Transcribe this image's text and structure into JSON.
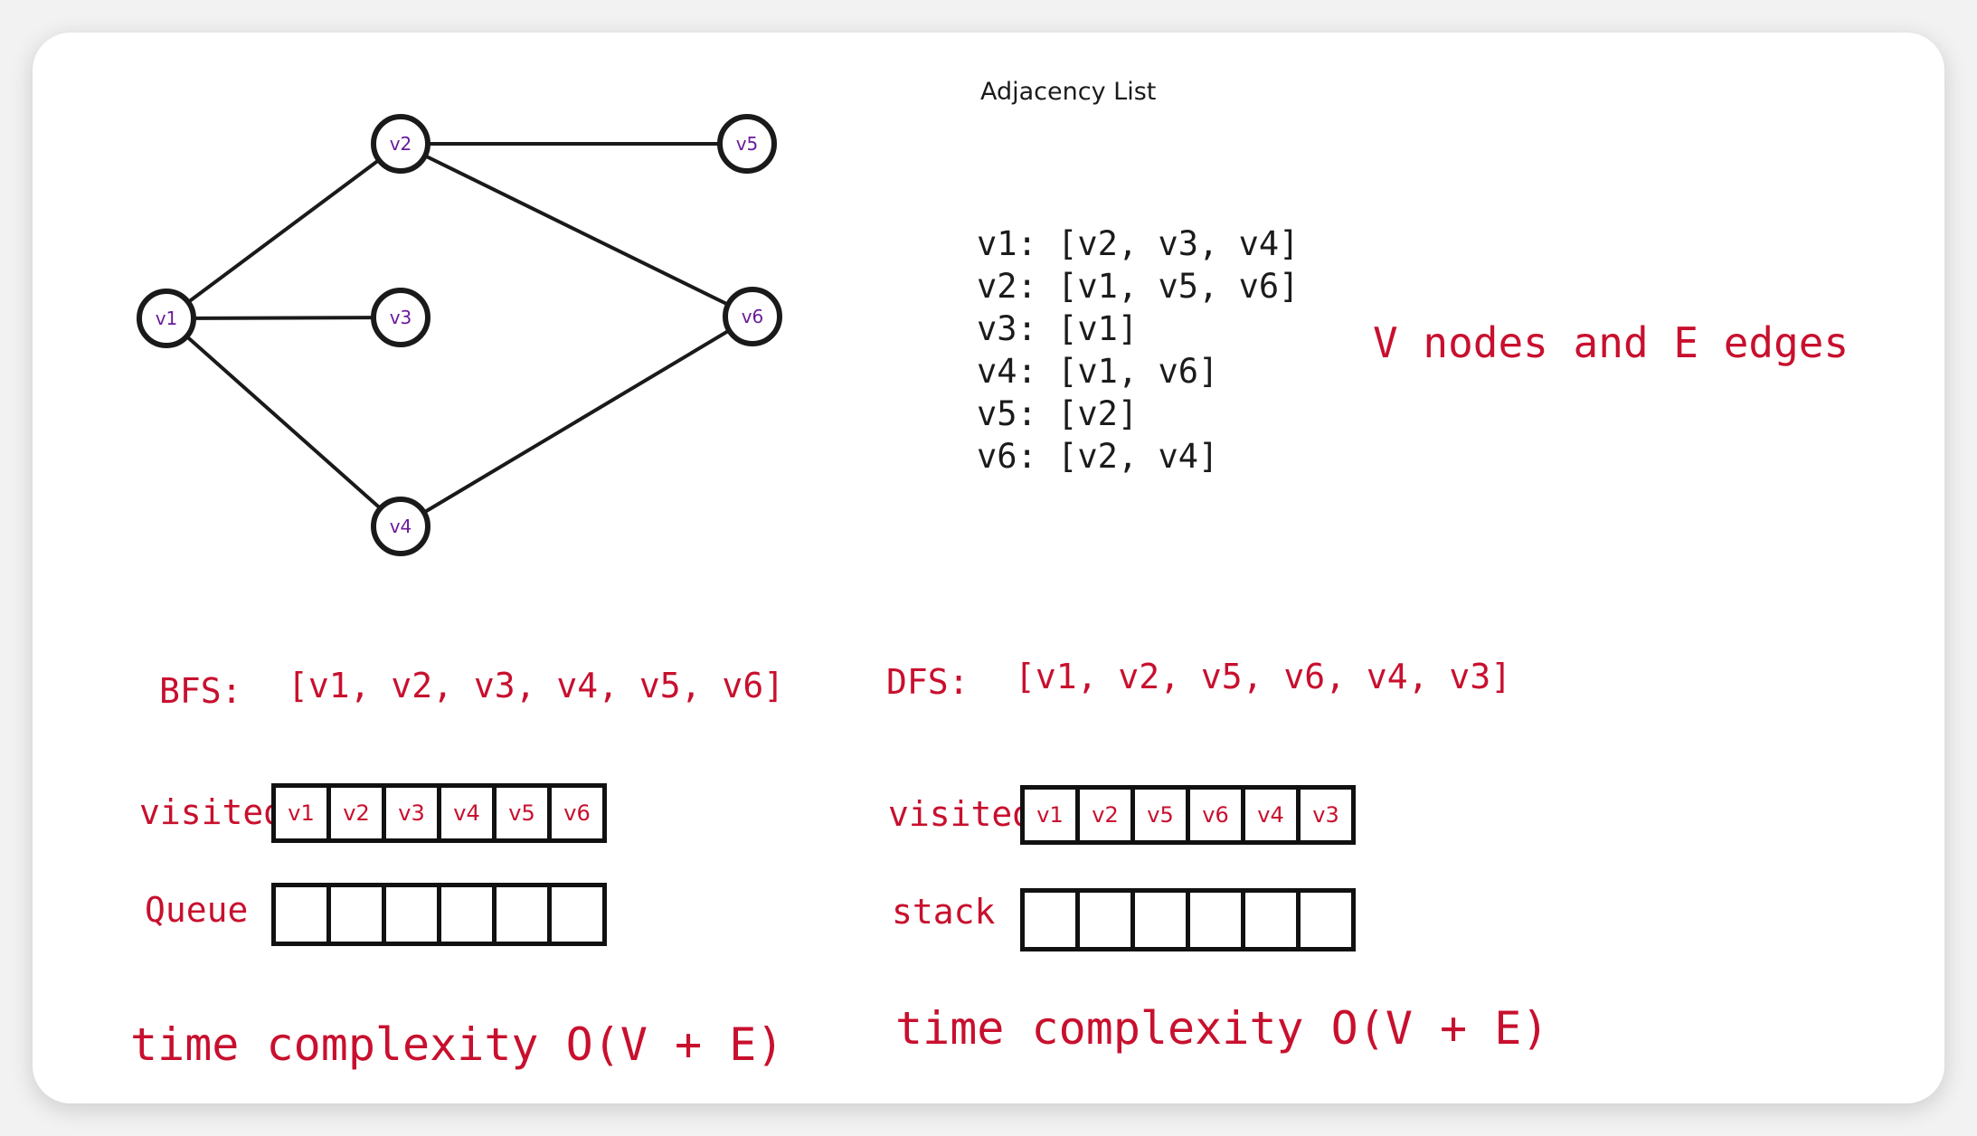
{
  "graph": {
    "nodes": [
      "v1",
      "v2",
      "v3",
      "v4",
      "v5",
      "v6"
    ],
    "edges": [
      [
        "v1",
        "v2"
      ],
      [
        "v1",
        "v3"
      ],
      [
        "v1",
        "v4"
      ],
      [
        "v2",
        "v5"
      ],
      [
        "v2",
        "v6"
      ],
      [
        "v4",
        "v6"
      ]
    ]
  },
  "adjacency": {
    "title": "Adjacency List",
    "rows": [
      "v1:  [v2, v3, v4]",
      "v2: [v1, v5, v6]",
      "v3: [v1]",
      "v4: [v1, v6]",
      "v5: [v2]",
      "v6: [v2, v4]"
    ]
  },
  "summary": "V nodes and E edges",
  "bfs": {
    "label": "BFS:",
    "order": "[v1, v2, v3, v4, v5, v6]",
    "visited_label": "visited",
    "visited": [
      "v1",
      "v2",
      "v3",
      "v4",
      "v5",
      "v6"
    ],
    "structure_label": "Queue",
    "complexity": "time complexity O(V + E)"
  },
  "dfs": {
    "label": "DFS:",
    "order": "[v1, v2, v5, v6, v4, v3]",
    "visited_label": "visited",
    "visited": [
      "v1",
      "v2",
      "v5",
      "v6",
      "v4",
      "v3"
    ],
    "structure_label": "stack",
    "complexity": "time complexity O(V + E)"
  },
  "colors": {
    "accent": "#c8102e",
    "ink": "#1b1b1b",
    "node_text": "#6a1b9a"
  }
}
